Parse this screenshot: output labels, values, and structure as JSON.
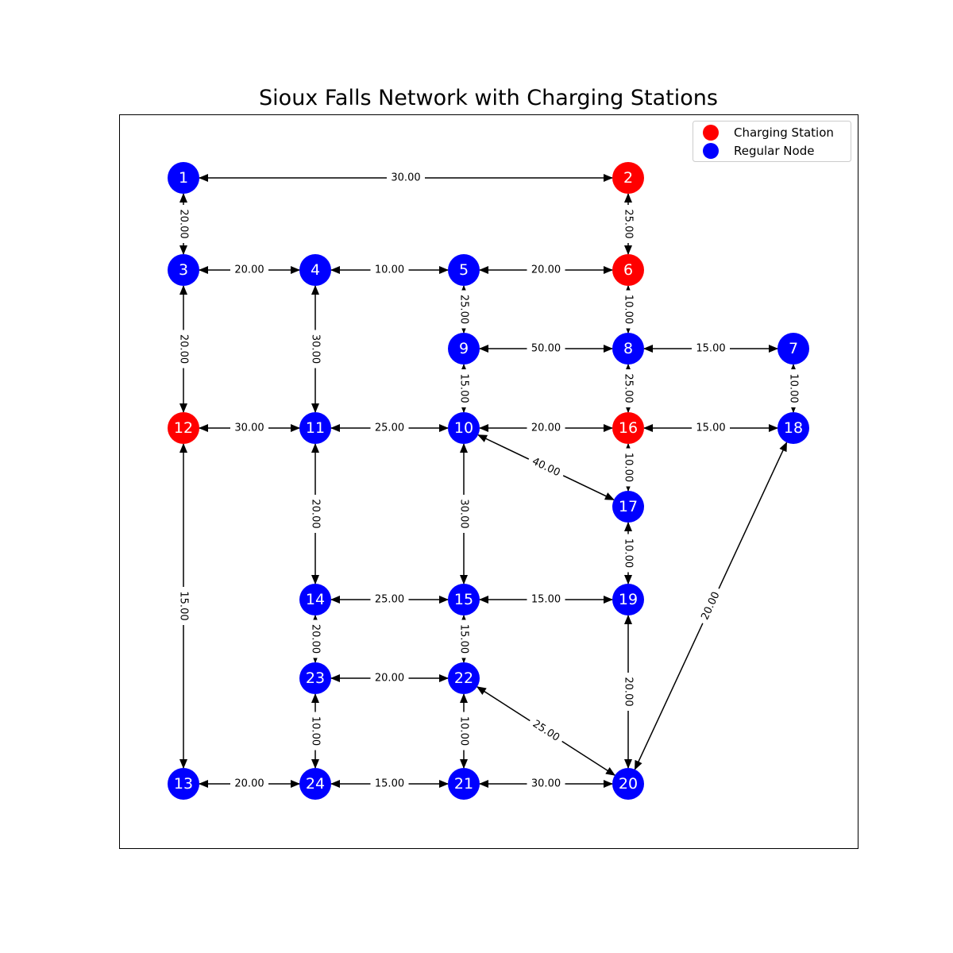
{
  "title": "Sioux Falls Network with Charging Stations",
  "colors": {
    "charging": "#ff0000",
    "regular": "#0000ff",
    "edge": "#000000",
    "label_text": "#ffffff"
  },
  "legend": [
    {
      "key": "charging",
      "label": "Charging Station"
    },
    {
      "key": "regular",
      "label": "Regular Node"
    }
  ],
  "nodes": [
    {
      "id": "1",
      "charging": false
    },
    {
      "id": "2",
      "charging": true
    },
    {
      "id": "3",
      "charging": false
    },
    {
      "id": "4",
      "charging": false
    },
    {
      "id": "5",
      "charging": false
    },
    {
      "id": "6",
      "charging": true
    },
    {
      "id": "7",
      "charging": false
    },
    {
      "id": "8",
      "charging": false
    },
    {
      "id": "9",
      "charging": false
    },
    {
      "id": "10",
      "charging": false
    },
    {
      "id": "11",
      "charging": false
    },
    {
      "id": "12",
      "charging": true
    },
    {
      "id": "13",
      "charging": false
    },
    {
      "id": "14",
      "charging": false
    },
    {
      "id": "15",
      "charging": false
    },
    {
      "id": "16",
      "charging": true
    },
    {
      "id": "17",
      "charging": false
    },
    {
      "id": "18",
      "charging": false
    },
    {
      "id": "19",
      "charging": false
    },
    {
      "id": "20",
      "charging": false
    },
    {
      "id": "21",
      "charging": false
    },
    {
      "id": "22",
      "charging": false
    },
    {
      "id": "23",
      "charging": false
    },
    {
      "id": "24",
      "charging": false
    }
  ],
  "edges": [
    {
      "from": "1",
      "to": "2",
      "label": "30.00"
    },
    {
      "from": "1",
      "to": "3",
      "label": "20.00"
    },
    {
      "from": "2",
      "to": "6",
      "label": "25.00"
    },
    {
      "from": "3",
      "to": "4",
      "label": "20.00"
    },
    {
      "from": "4",
      "to": "5",
      "label": "10.00"
    },
    {
      "from": "5",
      "to": "6",
      "label": "20.00"
    },
    {
      "from": "3",
      "to": "12",
      "label": "20.00"
    },
    {
      "from": "4",
      "to": "11",
      "label": "30.00"
    },
    {
      "from": "5",
      "to": "9",
      "label": "25.00"
    },
    {
      "from": "6",
      "to": "8",
      "label": "10.00"
    },
    {
      "from": "9",
      "to": "8",
      "label": "50.00"
    },
    {
      "from": "8",
      "to": "7",
      "label": "15.00"
    },
    {
      "from": "9",
      "to": "10",
      "label": "15.00"
    },
    {
      "from": "8",
      "to": "16",
      "label": "25.00"
    },
    {
      "from": "7",
      "to": "18",
      "label": "10.00"
    },
    {
      "from": "12",
      "to": "11",
      "label": "30.00"
    },
    {
      "from": "11",
      "to": "10",
      "label": "25.00"
    },
    {
      "from": "10",
      "to": "16",
      "label": "20.00"
    },
    {
      "from": "16",
      "to": "18",
      "label": "15.00"
    },
    {
      "from": "10",
      "to": "17",
      "label": "40.00"
    },
    {
      "from": "16",
      "to": "17",
      "label": "10.00"
    },
    {
      "from": "11",
      "to": "14",
      "label": "20.00"
    },
    {
      "from": "10",
      "to": "15",
      "label": "30.00"
    },
    {
      "from": "17",
      "to": "19",
      "label": "10.00"
    },
    {
      "from": "12",
      "to": "13",
      "label": "15.00"
    },
    {
      "from": "14",
      "to": "15",
      "label": "25.00"
    },
    {
      "from": "15",
      "to": "19",
      "label": "15.00"
    },
    {
      "from": "14",
      "to": "23",
      "label": "20.00"
    },
    {
      "from": "15",
      "to": "22",
      "label": "15.00"
    },
    {
      "from": "23",
      "to": "22",
      "label": "20.00"
    },
    {
      "from": "19",
      "to": "20",
      "label": "20.00"
    },
    {
      "from": "20",
      "to": "18",
      "label": "20.00"
    },
    {
      "from": "22",
      "to": "20",
      "label": "25.00"
    },
    {
      "from": "23",
      "to": "24",
      "label": "10.00"
    },
    {
      "from": "22",
      "to": "21",
      "label": "10.00"
    },
    {
      "from": "13",
      "to": "24",
      "label": "20.00"
    },
    {
      "from": "24",
      "to": "21",
      "label": "15.00"
    },
    {
      "from": "21",
      "to": "20",
      "label": "30.00"
    }
  ]
}
